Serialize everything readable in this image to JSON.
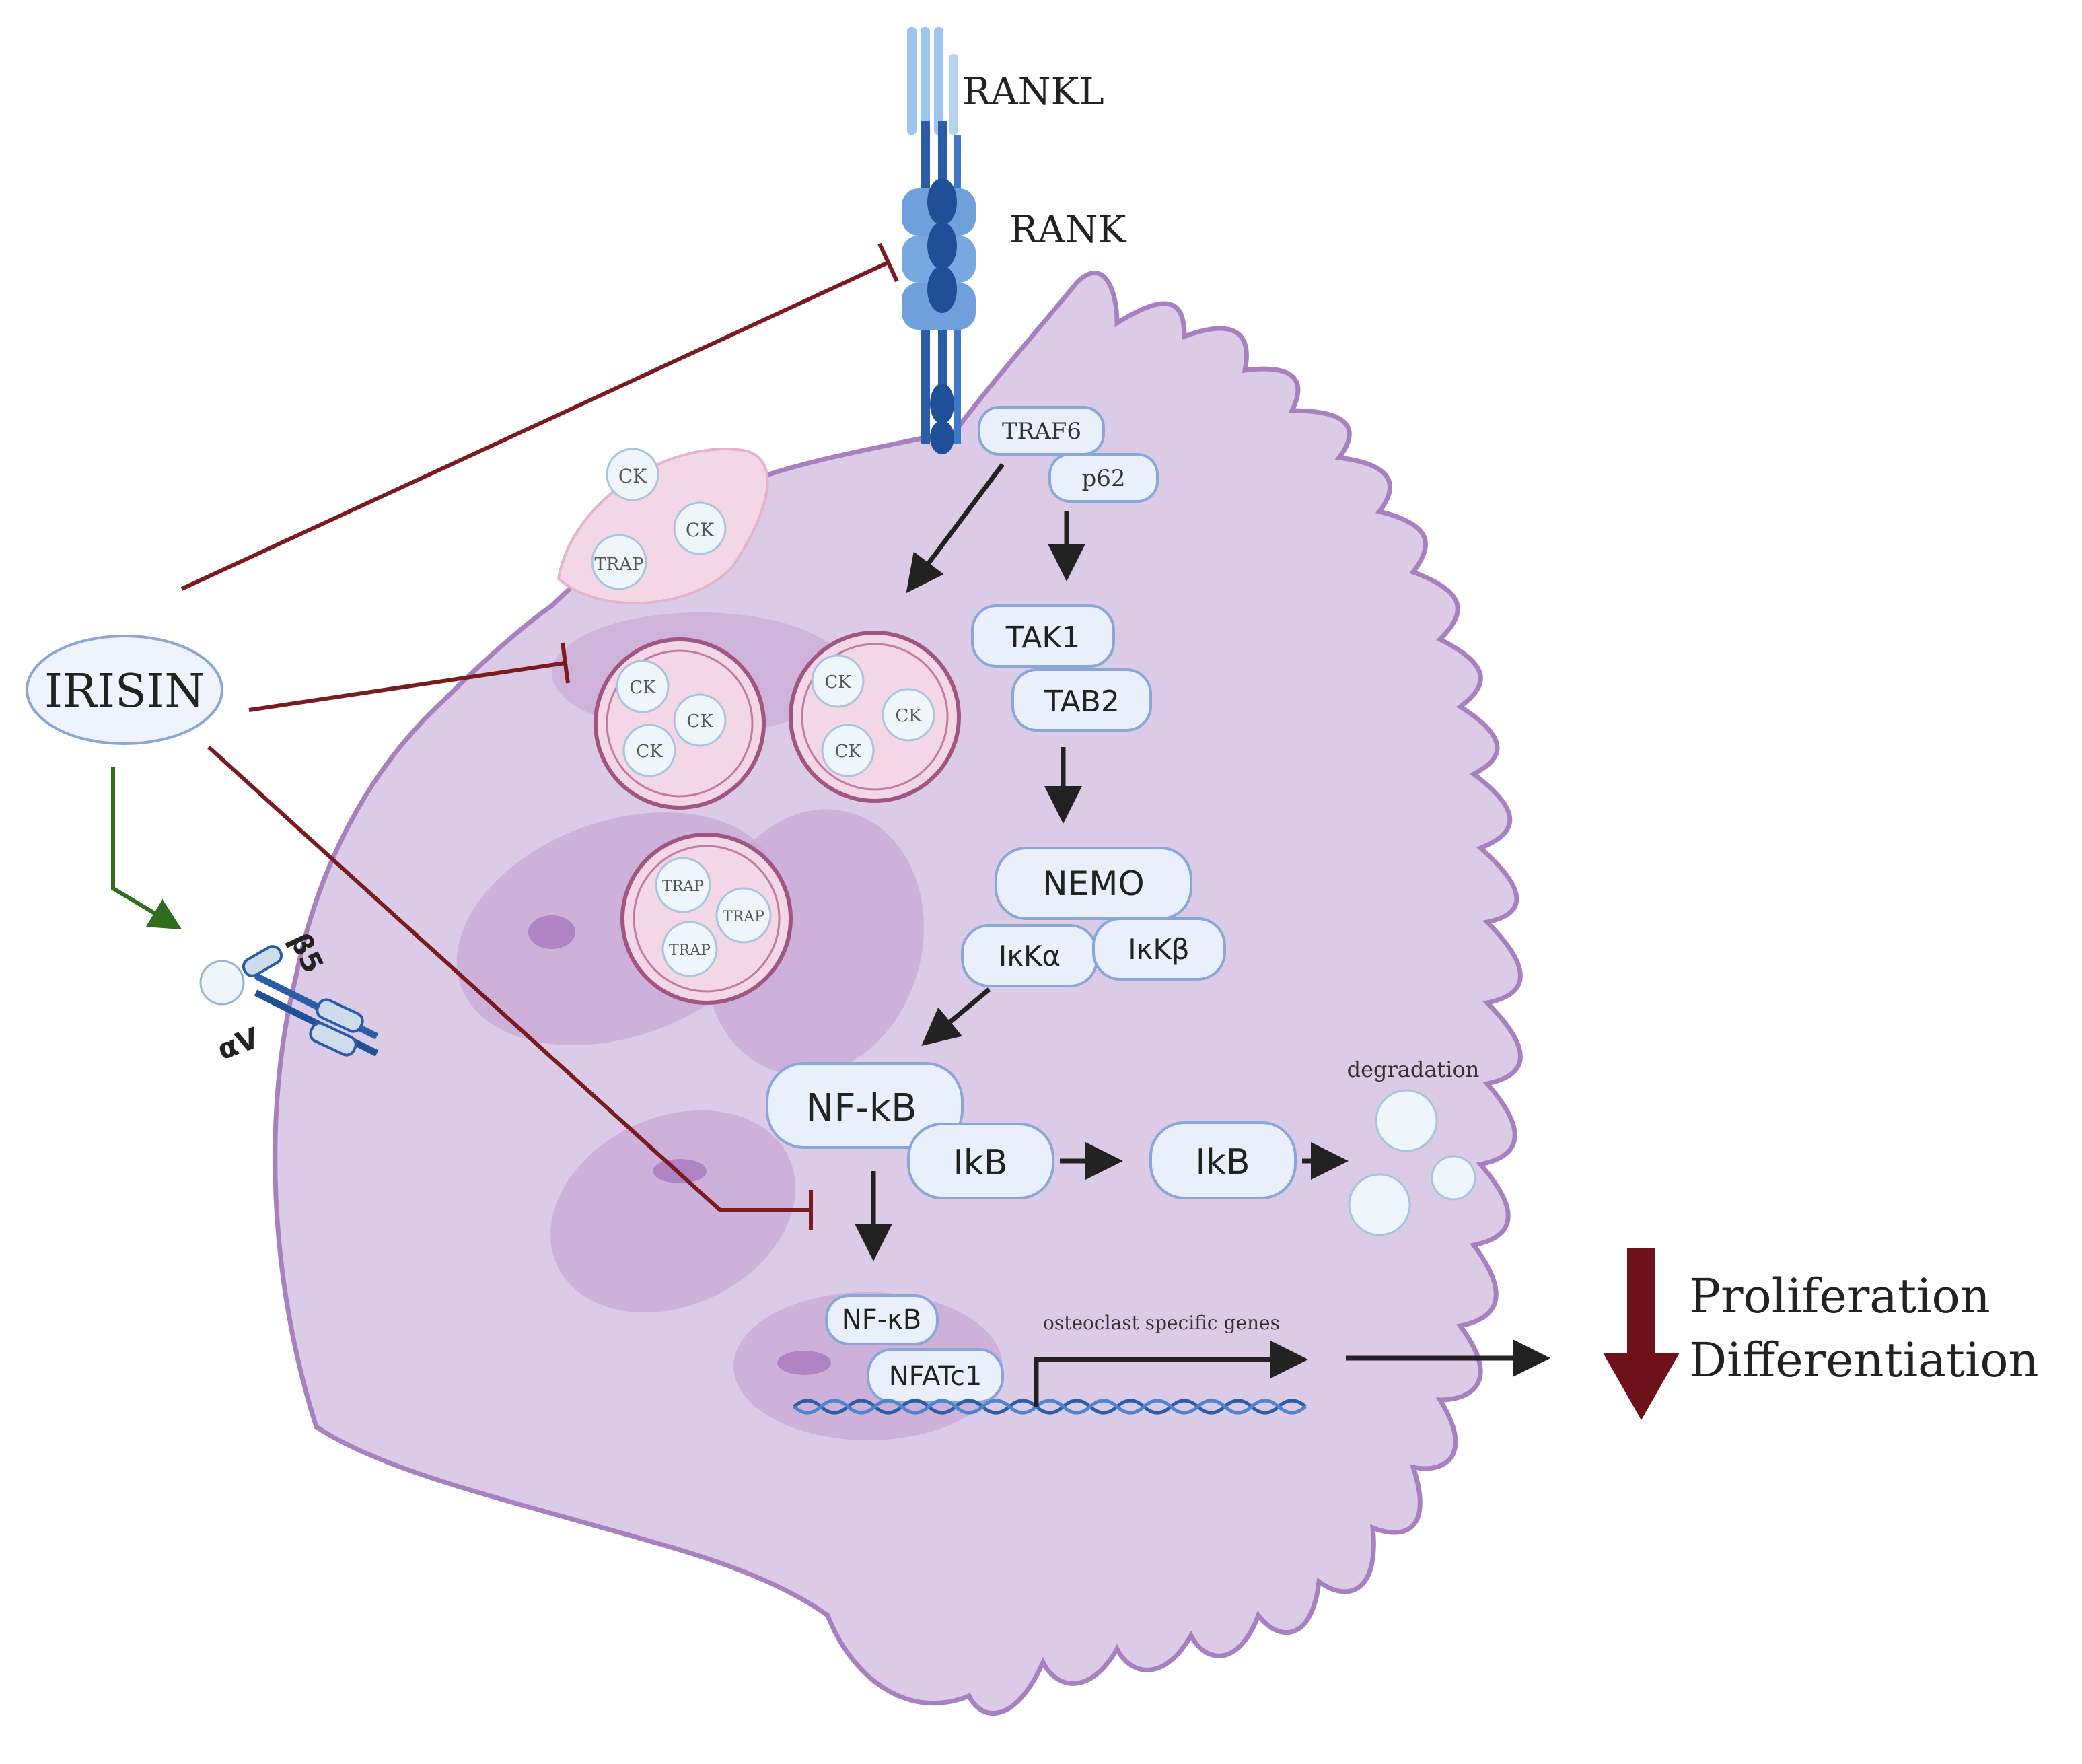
{
  "labels": {
    "rankl": "RANKL",
    "rank": "RANK",
    "traf6": "TRAF6",
    "p62": "p62",
    "tak1": "TAK1",
    "tab2": "TAB2",
    "nemo": "NEMO",
    "ikka": "IκKα",
    "ikkb": "IκKβ",
    "nfkb_cyto": "NF-kB",
    "ikb_bound": "IkB",
    "ikb_free": "IkB",
    "degradation": "degradation",
    "nfkb_nuc": "NF-κB",
    "nfatc1": "NFATc1",
    "genes": "osteoclast specific genes",
    "irisin": "IRISIN",
    "beta5": "β5",
    "alphav": "αV",
    "outcome_1": "Proliferation",
    "outcome_2": "Differentiation",
    "ck": "CK",
    "trap": "TRAP"
  },
  "colors": {
    "cell_fill": "#dccbe6",
    "cell_stroke": "#a880bf",
    "inhibition": "#7a1b1f",
    "activation": "#2f6e1d",
    "activation_arrow": "#222222",
    "down_arrow": "#6e1219",
    "receptor": "#2b5ca8"
  },
  "icons": {
    "rankl_rank": "receptor-ligand-icon",
    "integrin": "integrin-receptor-icon",
    "dna": "dna-helix-icon",
    "down_arrow": "decrease-arrow-icon"
  }
}
